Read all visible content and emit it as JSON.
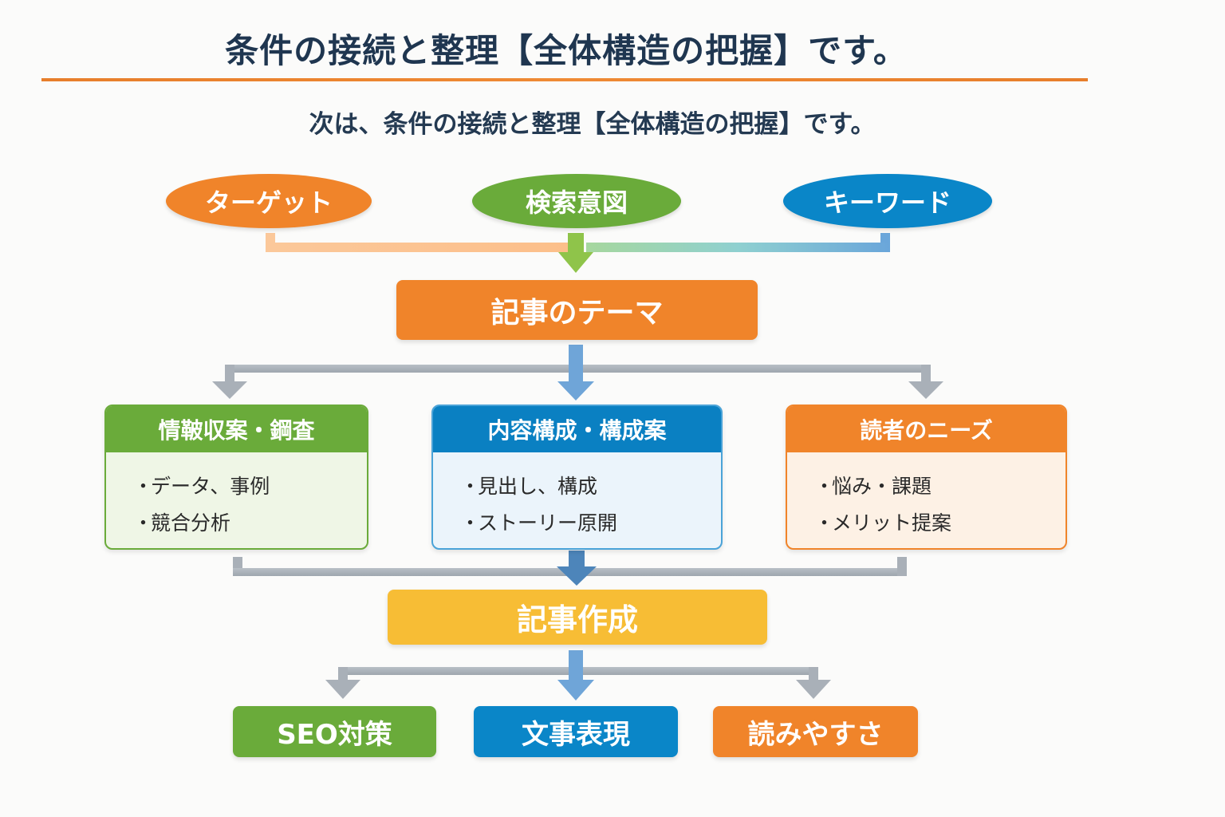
{
  "header": {
    "title": "条件の接続と整理【全体構造の把握】です。",
    "subtitle": "次は、条件の接続と整理【全体構造の把握】です。"
  },
  "colors": {
    "orange": "#f0842a",
    "green": "#6aab3a",
    "blue": "#0a86c8",
    "yellow": "#f7bd35",
    "title_text": "#1f3650",
    "connector_gray": "#a9b0b8",
    "connector_blue": "#6a9fd0"
  },
  "inputs": [
    {
      "label": "ターゲット",
      "color": "orange"
    },
    {
      "label": "検索意図",
      "color": "green"
    },
    {
      "label": "キーワード",
      "color": "blue"
    }
  ],
  "theme": {
    "label": "記事のテーマ"
  },
  "categories": [
    {
      "title": "情鞁収案・鋼査",
      "color": "green",
      "items": [
        "データ、事例",
        "競合分析"
      ]
    },
    {
      "title": "内容構成・構成案",
      "color": "blue",
      "items": [
        "見出し、構成",
        "ストーリー原開"
      ]
    },
    {
      "title": "読者のニーズ",
      "color": "orange",
      "items": [
        "悩み・課題",
        "メリット提案"
      ]
    }
  ],
  "creation": {
    "label": "記事作成"
  },
  "outputs": [
    {
      "label": "SEO対策",
      "color": "green"
    },
    {
      "label": "文事表現",
      "color": "blue"
    },
    {
      "label": "読みやすさ",
      "color": "orange"
    }
  ],
  "bullet": "・"
}
